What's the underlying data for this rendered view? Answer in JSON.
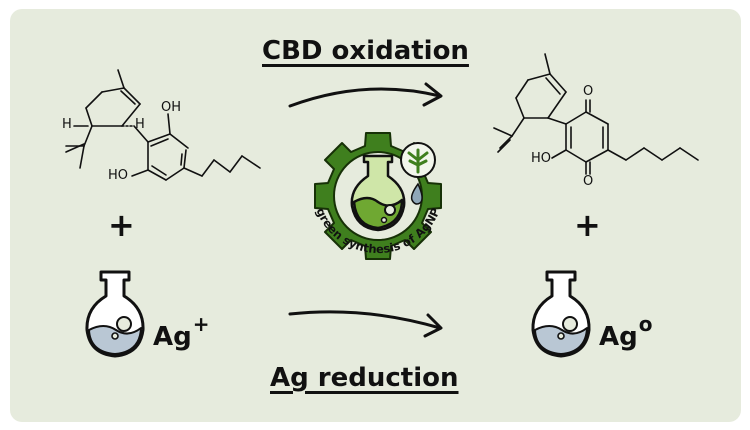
{
  "top_title": "CBD oxidation",
  "bottom_title": "Ag reduction",
  "plus_left": "+",
  "plus_right": "+",
  "silver_ion": {
    "symbol": "Ag",
    "charge": "+"
  },
  "silver_metal": {
    "symbol": "Ag",
    "charge": "o"
  },
  "logo_text": "green synthesis of AgNP",
  "cbd_labels": {
    "oh_top": "OH",
    "oh_bottom": "HO",
    "h_left": "H",
    "h_right": "H"
  },
  "quinone_labels": {
    "o_top": "O",
    "o_bottom": "O",
    "oh": "HO"
  },
  "colors": {
    "gear": "#3f7f1e",
    "gear_light": "#8dbb3a",
    "liquid": "#b9c7d4",
    "background": "#e6ebdd"
  }
}
